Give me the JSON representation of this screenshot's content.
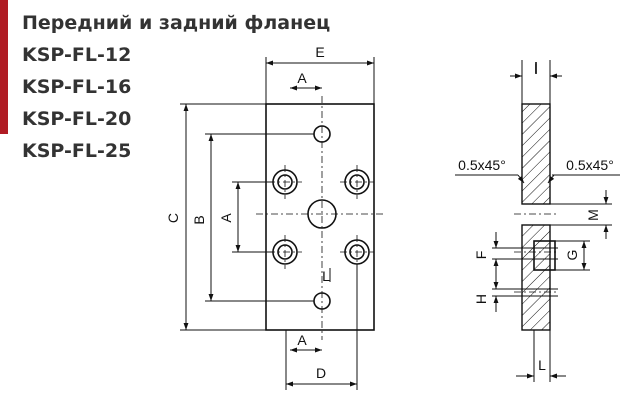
{
  "header": {
    "title": "Передний и задний фланец",
    "models": [
      "KSP-FL-12",
      "KSP-FL-16",
      "KSP-FL-20",
      "KSP-FL-25"
    ]
  },
  "front_view": {
    "labels": {
      "e": "E",
      "a_top": "A",
      "c": "C",
      "b": "B",
      "a_side": "A",
      "l": "L",
      "a_bottom": "A",
      "d": "D"
    }
  },
  "side_view": {
    "labels": {
      "i": "I",
      "chamfer_left": "0.5x45°",
      "chamfer_right": "0.5x45°",
      "m": "M",
      "f": "F",
      "g": "G",
      "h": "H",
      "l": "L"
    }
  },
  "colors": {
    "accent": "#b01c24",
    "title_text": "#333333"
  }
}
